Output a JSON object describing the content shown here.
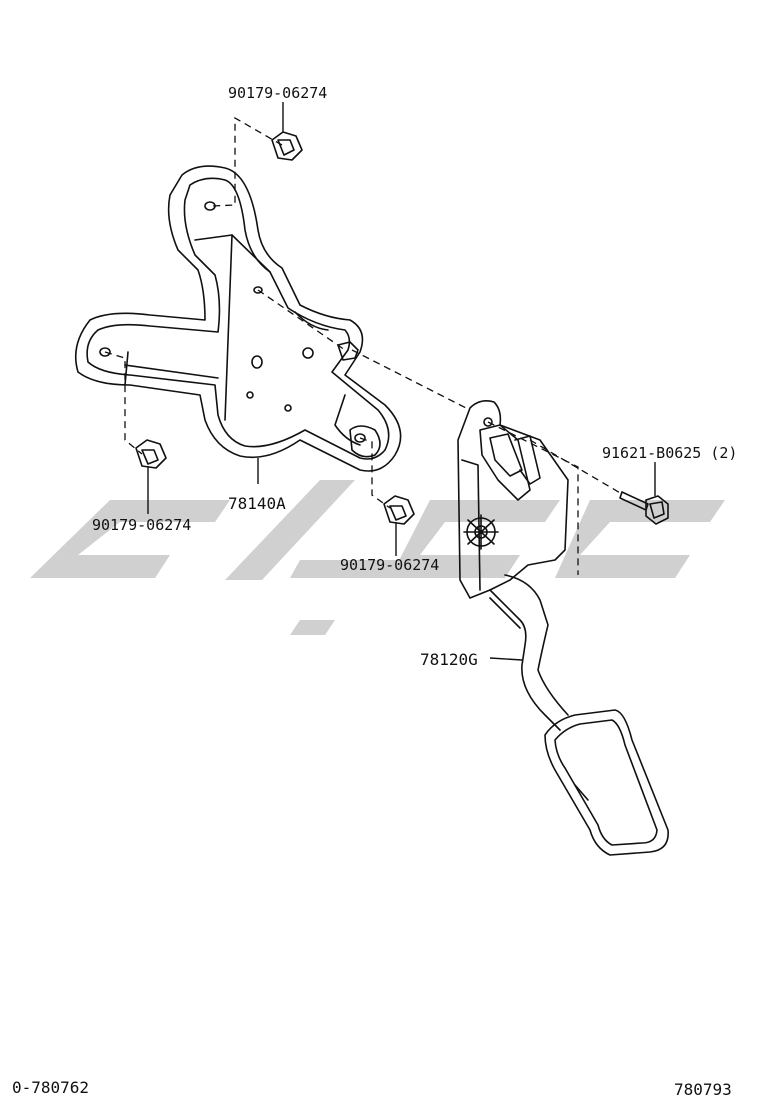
{
  "colors": {
    "line": "#111111",
    "paper": "#ffffff",
    "watermark": "#c8c8c8"
  },
  "parts": {
    "nut_top": "90179-06274",
    "nut_left": "90179-06274",
    "nut_mid": "90179-06274",
    "bolt_right": "91621-B0625 (2)",
    "bracket": "78140A",
    "pedal": "78120G"
  },
  "footer": {
    "left_code": "0-780762",
    "right_code": "780793"
  }
}
